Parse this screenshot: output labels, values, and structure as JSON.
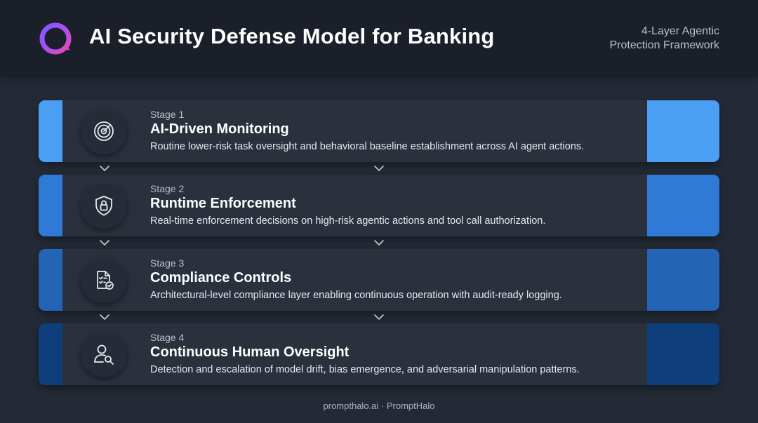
{
  "header": {
    "title": "AI Security Defense Model for Banking",
    "subtitle_line1": "4-Layer Agentic",
    "subtitle_line2": "Protection Framework",
    "logo_icon": "prompthalo-logo-icon"
  },
  "stages": [
    {
      "label": "Stage 1",
      "title": "AI-Driven Monitoring",
      "description": "Routine lower-risk task oversight and behavioral baseline establishment across AI agent actions.",
      "icon": "radar-icon",
      "color": "#4a9ff5"
    },
    {
      "label": "Stage 2",
      "title": "Runtime Enforcement",
      "description": "Real-time enforcement decisions on high-risk agentic actions and tool call authorization.",
      "icon": "shield-lock-icon",
      "color": "#2f7ad6"
    },
    {
      "label": "Stage 3",
      "title": "Compliance Controls",
      "description": "Architectural-level compliance layer enabling continuous operation with audit-ready logging.",
      "icon": "document-check-icon",
      "color": "#2364b4"
    },
    {
      "label": "Stage 4",
      "title": "Continuous Human Oversight",
      "description": "Detection and escalation of model drift, bias emergence, and adversarial manipulation patterns.",
      "icon": "user-search-icon",
      "color": "#0f3e7c"
    }
  ],
  "footer": {
    "text": "prompthalo.ai · PromptHalo"
  }
}
